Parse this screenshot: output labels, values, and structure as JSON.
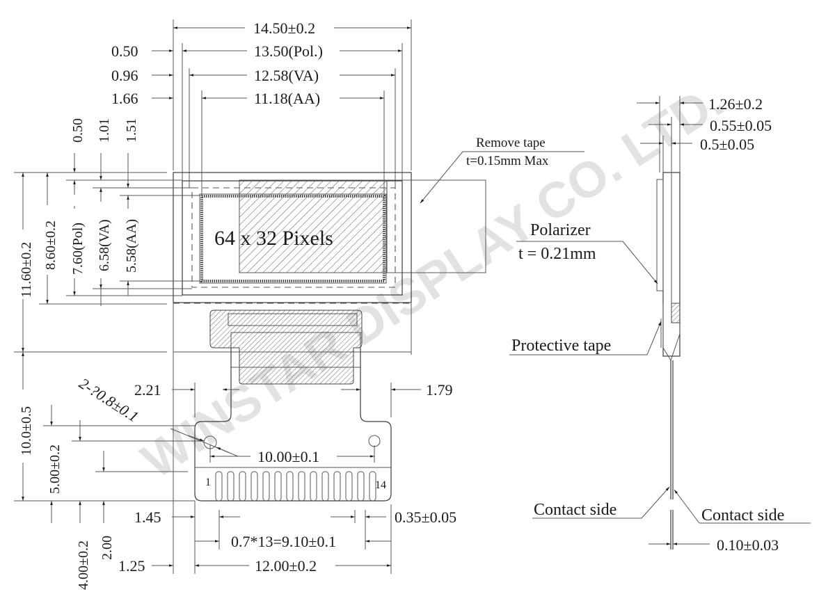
{
  "drawing": {
    "type": "OLED module mechanical outline drawing",
    "watermark": "WINSTAR DISPLAY CO. LTD.",
    "front_view": {
      "display_label": "64 x 32 Pixels",
      "horizontal_dims": {
        "overall_width": "14.50±0.2",
        "polarizer_width": "13.50(Pol.)",
        "va_width": "12.58(VA)",
        "aa_width": "11.18(AA)",
        "pol_offset": "0.50",
        "va_offset": "0.96",
        "aa_offset": "1.66"
      },
      "vertical_dims": {
        "pol_offset": "0.50",
        "va_offset": "1.01",
        "aa_offset": "1.51",
        "overall_height": "11.60±0.2",
        "glass_height": "8.60±0.2",
        "polarizer_height": "7.60(Pol)",
        "va_height": "6.58(VA)",
        "aa_height": "5.58(AA)"
      },
      "remove_tape": {
        "line1": "Remove tape",
        "line2": "t=0.15mm Max"
      }
    },
    "fpc": {
      "left_offset": "2.21",
      "right_offset": "1.79",
      "hole_spec": "2-?0.8±0.1",
      "hole_pitch": "10.00±0.1",
      "fpc_length": "10.0±0.5",
      "tab_height": "5.00±0.2",
      "hole_height": "4.00±0.2",
      "pad_height": "2.00",
      "pin_first": "1",
      "pin_last": "14",
      "pin_count": 14,
      "first_pin_offset": "1.45",
      "pin_width": "0.35±0.05",
      "pin_pitch_total": "0.7*13=9.10±0.1",
      "tail_offset": "1.25",
      "tail_width": "12.00±0.2"
    },
    "side_view": {
      "total_thickness": "1.26±0.2",
      "glass_thickness_1": "0.55±0.05",
      "glass_thickness_2": "0.5±0.05",
      "polarizer_label": "Polarizer",
      "polarizer_thickness": "t = 0.21mm",
      "protective_tape_label": "Protective tape",
      "contact_side_left": "Contact side",
      "contact_side_right": "Contact side",
      "fpc_thickness": "0.10±0.03"
    }
  }
}
